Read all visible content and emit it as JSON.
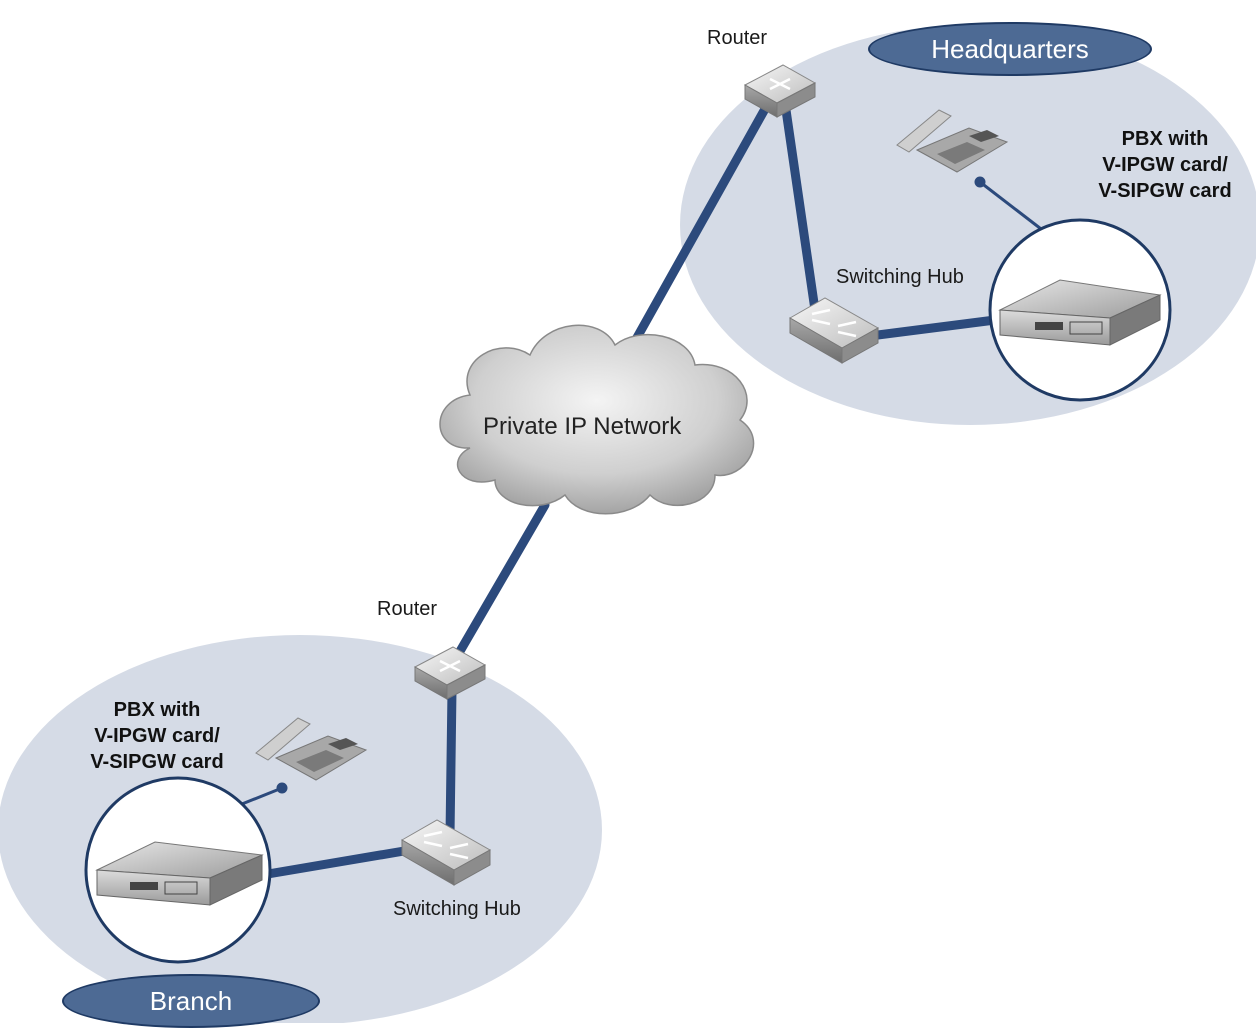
{
  "sites": {
    "headquarters": {
      "name": "Headquarters",
      "router_label": "Router",
      "hub_label": "Switching Hub",
      "pbx_label": [
        "PBX with",
        "V-IPGW card/",
        "V-SIPGW card"
      ]
    },
    "branch": {
      "name": "Branch",
      "router_label": "Router",
      "hub_label": "Switching Hub",
      "pbx_label": [
        "PBX with",
        "V-IPGW card/",
        "V-SIPGW card"
      ]
    }
  },
  "network": {
    "label": "Private IP Network"
  },
  "colors": {
    "site_area": "#d5dbe6",
    "site_pill": "#4d6a94",
    "link": "#2c4a7c",
    "cloud": "#c8c8c8"
  },
  "icons": [
    "router-icon",
    "switching-hub-icon",
    "phone-icon",
    "pbx-icon",
    "cloud-icon"
  ]
}
